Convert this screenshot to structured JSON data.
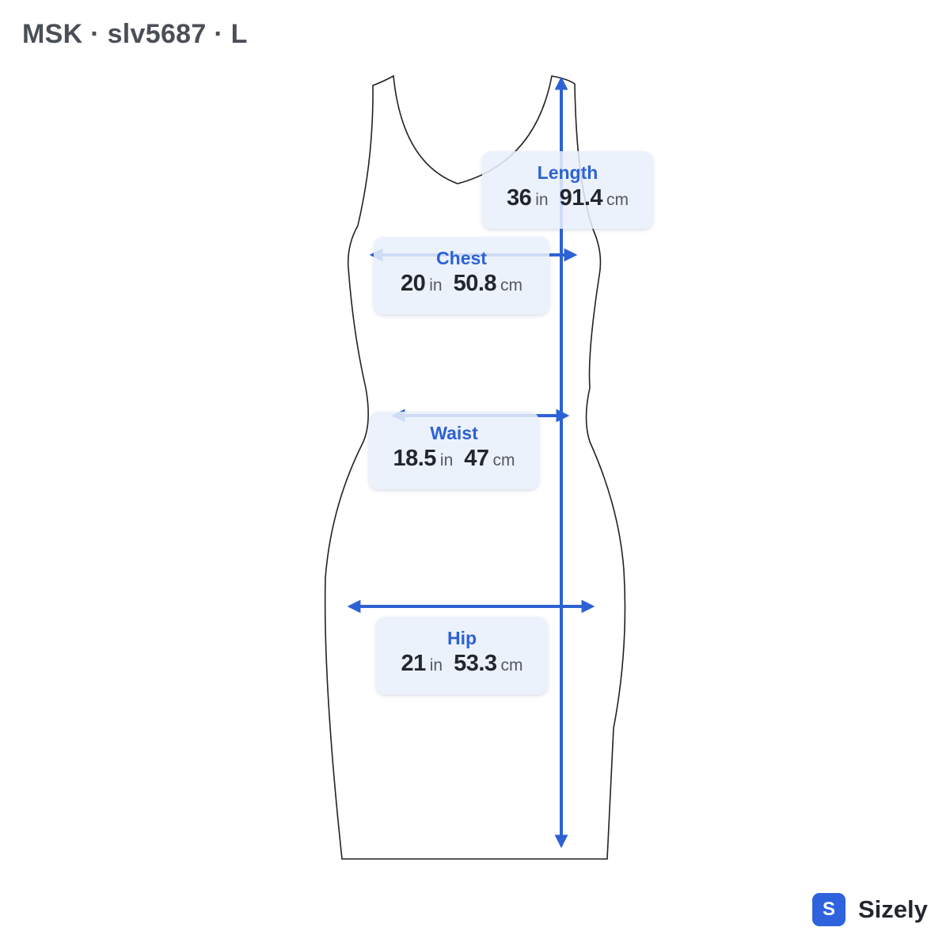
{
  "title": "MSK · slv5687 · L",
  "colors": {
    "accent": "#2c62d4",
    "card_bg": "#e9f0fc",
    "outline": "#222222"
  },
  "measurements": {
    "length": {
      "label": "Length",
      "in_value": "36",
      "in_unit": "in",
      "cm_value": "91.4",
      "cm_unit": "cm"
    },
    "chest": {
      "label": "Chest",
      "in_value": "20",
      "in_unit": "in",
      "cm_value": "50.8",
      "cm_unit": "cm"
    },
    "waist": {
      "label": "Waist",
      "in_value": "18.5",
      "in_unit": "in",
      "cm_value": "47",
      "cm_unit": "cm"
    },
    "hip": {
      "label": "Hip",
      "in_value": "21",
      "in_unit": "in",
      "cm_value": "53.3",
      "cm_unit": "cm"
    }
  },
  "brand": {
    "logo_letter": "S",
    "name": "Sizely"
  }
}
